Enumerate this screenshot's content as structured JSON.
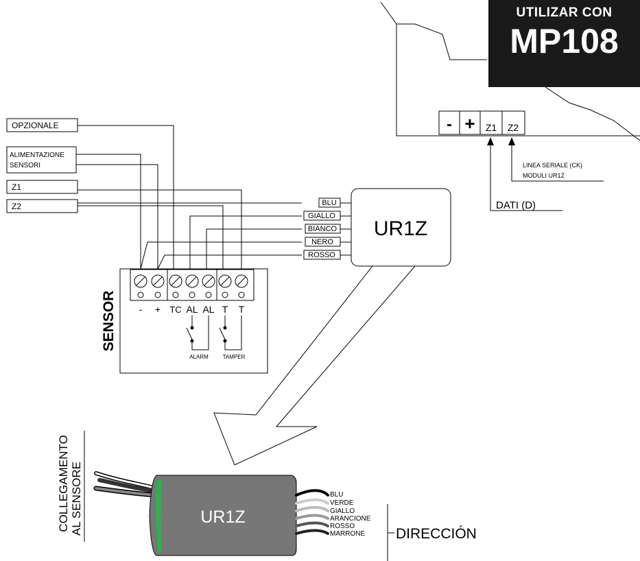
{
  "badge": {
    "line1": "UTILIZAR CON",
    "line2": "MP108"
  },
  "panel_terminals": [
    "-",
    "+",
    "Z1",
    "Z2"
  ],
  "panel_notes": {
    "serial_line1": "LINEA SERIALE (CK)",
    "serial_line2": "MODULI  UR1Z",
    "data": "DATI (D)"
  },
  "left_labels": {
    "optional": "OPZIONALE",
    "power1": "ALIMENTAZIONE",
    "power2": "SENSORI",
    "z1": "Z1",
    "z2": "Z2"
  },
  "wire_labels": [
    "BLU",
    "GIALLO",
    "BIANCO",
    "NERO",
    "ROSSO"
  ],
  "module_label": "UR1Z",
  "sensor": {
    "title": "SENSOR",
    "terminals": [
      "-",
      "+",
      "TC",
      "AL",
      "AL",
      "T",
      "T"
    ],
    "alarm_label": "ALARM",
    "tamper_label": "TAMPER"
  },
  "bottom": {
    "side_label1": "COLLEGAMENTO",
    "side_label2": "AL SENSORE",
    "module_label": "UR1Z",
    "wire_colors": [
      "BLU",
      "VERDE",
      "GIALLO",
      "ARANCIONE",
      "ROSSO",
      "MARRONE"
    ],
    "direction_label": "DIRECCIÓN"
  }
}
